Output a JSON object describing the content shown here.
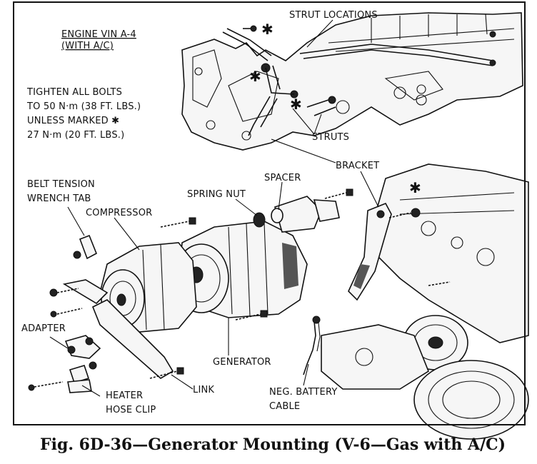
{
  "notes": {
    "engine_line1": "ENGINE VIN A-4",
    "engine_line2": "(WITH A/C)",
    "torque_line1": "TIGHTEN ALL BOLTS",
    "torque_line2": "TO 50 N·m (38 FT. LBS.)",
    "torque_line3": "UNLESS MARKED ✱",
    "torque_line4": "27 N·m (20 FT. LBS.)"
  },
  "callouts": {
    "strut_locations": "STRUT LOCATIONS",
    "struts": "STRUTS",
    "bracket": "BRACKET",
    "spacer": "SPACER",
    "spring_nut": "SPRING NUT",
    "belt_tension_1": "BELT TENSION",
    "belt_tension_2": "WRENCH TAB",
    "compressor": "COMPRESSOR",
    "adapter": "ADAPTER",
    "generator": "GENERATOR",
    "link": "LINK",
    "heater_1": "HEATER",
    "heater_2": "HOSE CLIP",
    "neg_battery_1": "NEG. BATTERY",
    "neg_battery_2": "CABLE"
  },
  "marker_symbol": "✱",
  "caption": "Fig. 6D-36—Generator Mounting (V-6—Gas with A/C)"
}
